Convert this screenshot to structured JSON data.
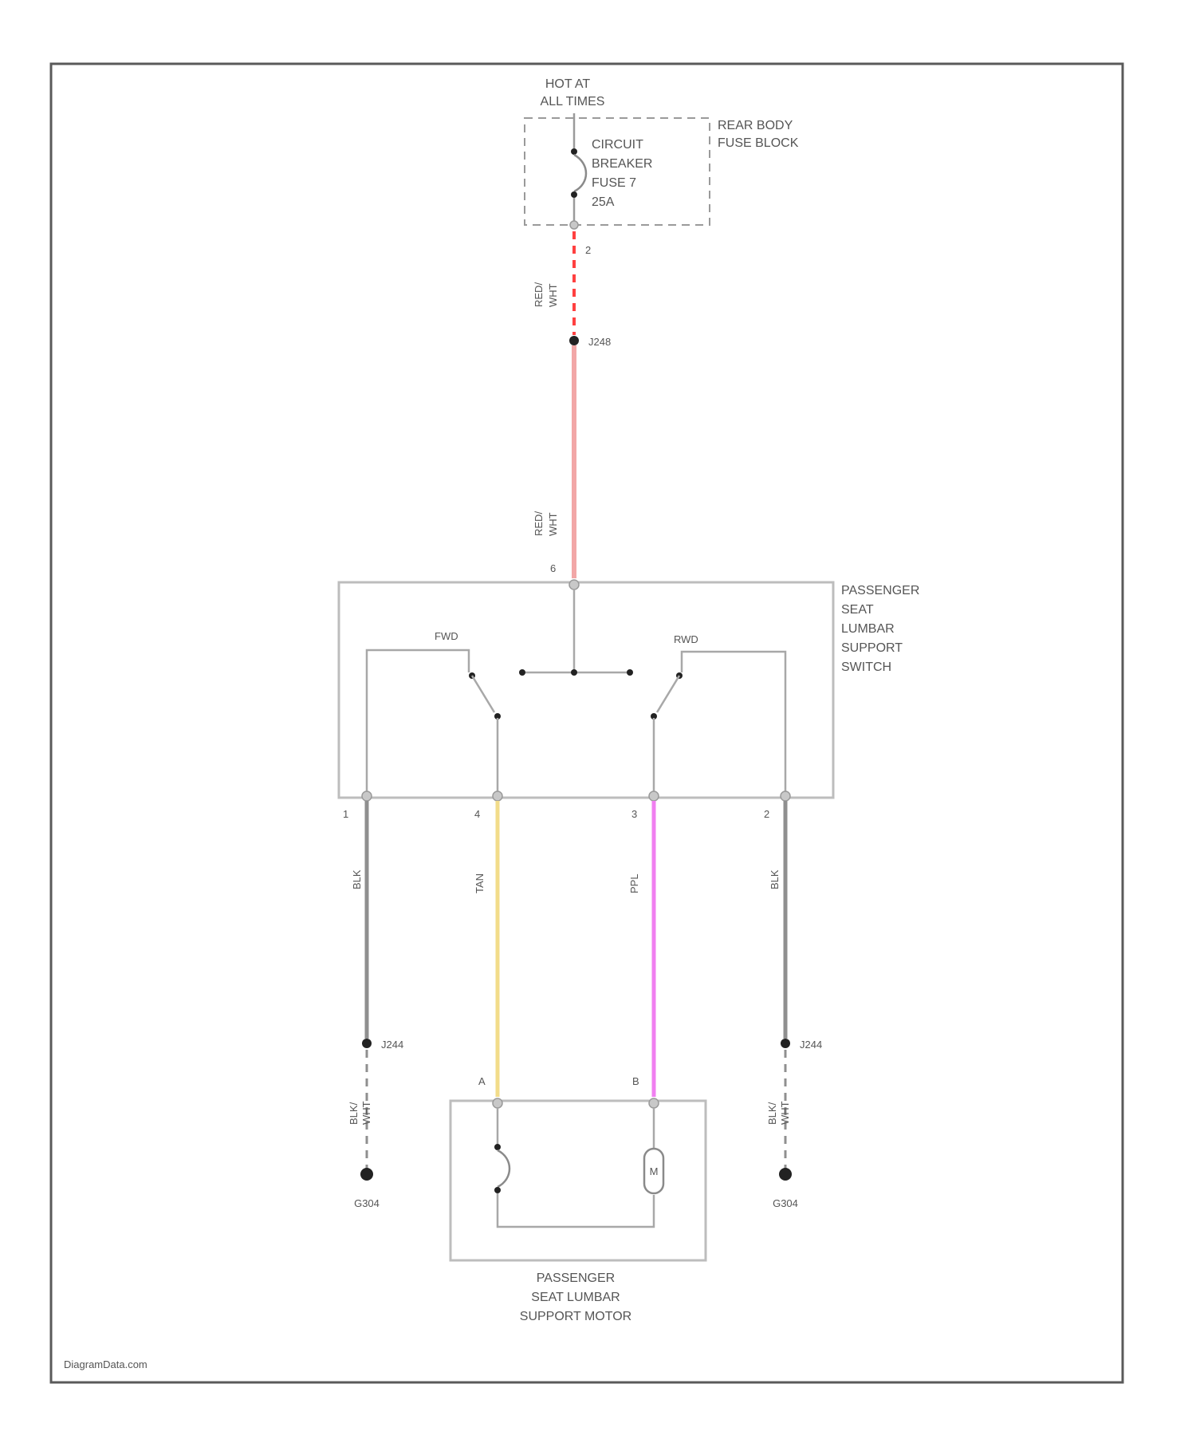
{
  "power": {
    "hot_line1": "HOT AT",
    "hot_line2": "ALL TIMES",
    "fuse_block_line1": "REAR BODY",
    "fuse_block_line2": "FUSE BLOCK",
    "breaker_line1": "CIRCUIT",
    "breaker_line2": "BREAKER",
    "breaker_line3": "FUSE 7",
    "breaker_line4": "25A",
    "pin": "2"
  },
  "splices": {
    "top": "J248",
    "left": "J244",
    "right": "J244"
  },
  "wires": {
    "feed_upper_line1": "RED/",
    "feed_upper_line2": "WHT",
    "feed_lower_line1": "RED/",
    "feed_lower_line2": "WHT",
    "left_ground": "BLK",
    "tan": "TAN",
    "ppl": "PPL",
    "right_ground": "BLK",
    "left_ground_lower_line1": "BLK/",
    "left_ground_lower_line2": "WHT",
    "right_ground_lower_line1": "BLK/",
    "right_ground_lower_line2": "WHT"
  },
  "switch": {
    "label_line1": "PASSENGER",
    "label_line2": "SEAT",
    "label_line3": "LUMBAR",
    "label_line4": "SUPPORT",
    "label_line5": "SWITCH",
    "fwd": "FWD",
    "rwd": "RWD",
    "pin_top": "6",
    "pin1": "1",
    "pin2": "4",
    "pin3": "3",
    "pin4": "2"
  },
  "motor": {
    "label_line1": "PASSENGER",
    "label_line2": "SEAT LUMBAR",
    "label_line3": "SUPPORT MOTOR",
    "pin_a": "A",
    "pin_b": "B",
    "symbol": "M"
  },
  "grounds": {
    "left": "G304",
    "right": "G304"
  },
  "footer": {
    "watermark": "DiagramData.com"
  },
  "colors": {
    "red_wire": "#f2a7a7",
    "red_dashed": "#ff4040",
    "tan_wire": "#f2dc8a",
    "ppl_wire": "#f07ff0",
    "blk_wire": "#8f8f8f"
  }
}
